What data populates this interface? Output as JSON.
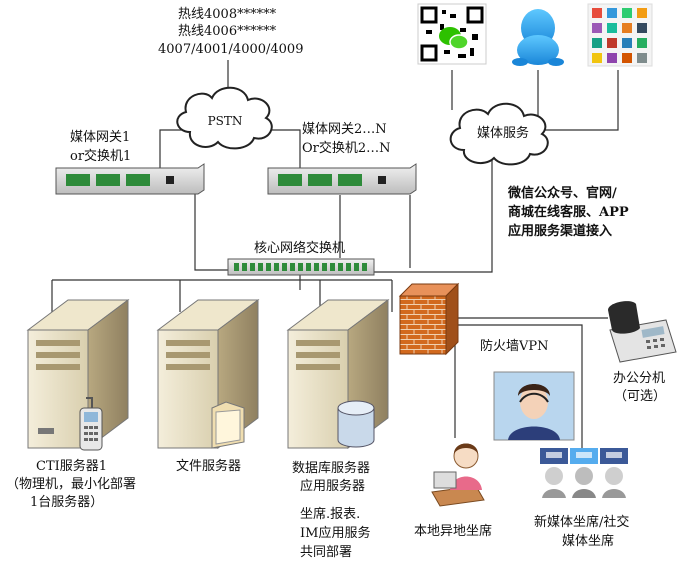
{
  "hotlines": [
    "热线4008******",
    "热线4006******",
    "4007/4001/4000/4009"
  ],
  "pstn_cloud": "PSTN",
  "media_cloud": "媒体服务",
  "gateway1": [
    "媒体网关1",
    "or交换机1"
  ],
  "gateway2": [
    "媒体网关2…N",
    "Or交换机2…N"
  ],
  "channels": [
    "微信公众号、官网/",
    "商城在线客服、APP",
    "应用服务渠道接入"
  ],
  "core_switch": "核心网络交换机",
  "firewall": "防火墙VPN",
  "office_phone": [
    "办公分机",
    "（可选）"
  ],
  "cti_server": [
    "CTI服务器1",
    "（物理机，最小化部署",
    "1台服务器）"
  ],
  "file_server": "文件服务器",
  "db_server": [
    "数据库服务器",
    "应用服务器"
  ],
  "app_services": [
    "坐席.报表.",
    "IM应用服务",
    "共同部署"
  ],
  "local_agent": "本地异地坐席",
  "social_agent": [
    "新媒体坐席/社交",
    "媒体坐席"
  ],
  "colors": {
    "server_body": "#e6dcc0",
    "server_dark": "#a89870",
    "firewall": "#d2691e",
    "device_green": "#2e8b3a",
    "line": "#333333"
  }
}
